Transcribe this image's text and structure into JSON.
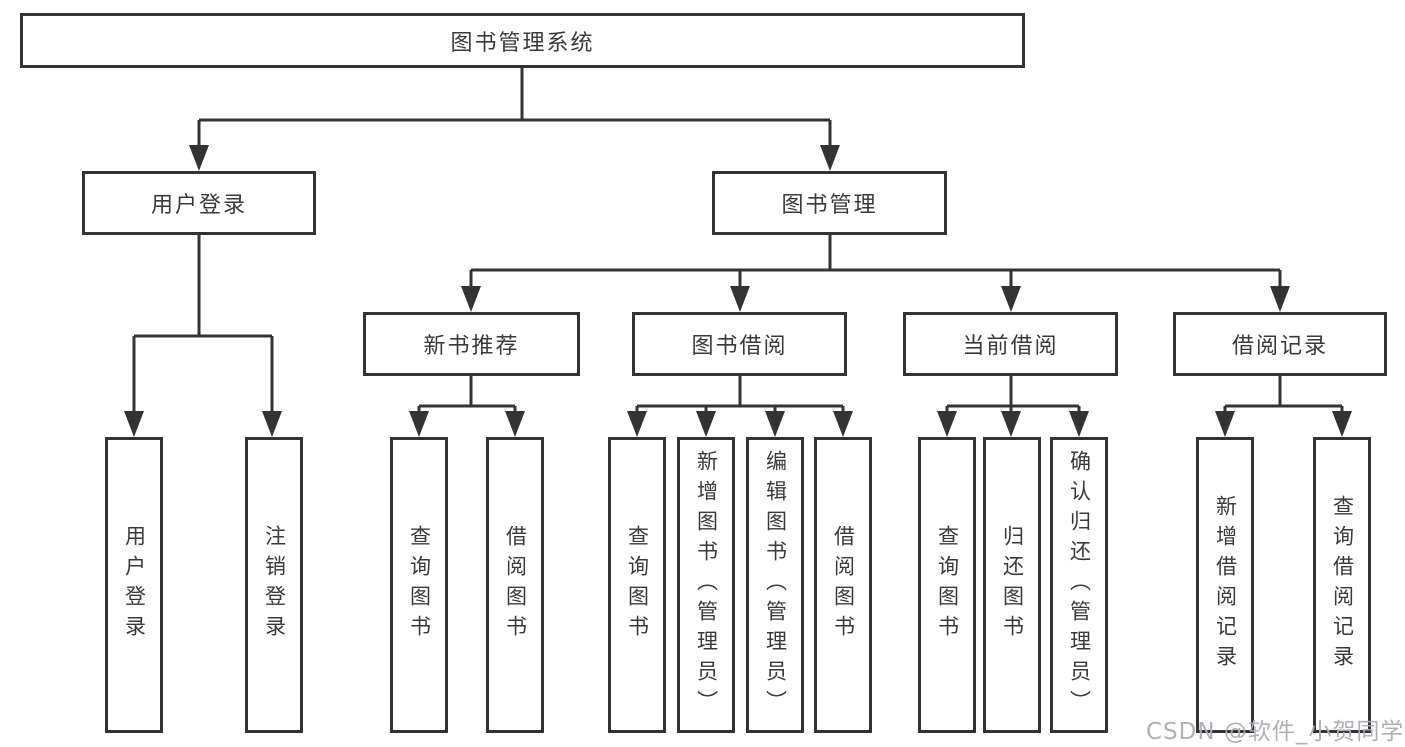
{
  "diagram": {
    "title": "图书管理系统",
    "tree": {
      "label": "图书管理系统",
      "children": [
        {
          "label": "用户登录",
          "children": [
            {
              "label": "用户登录"
            },
            {
              "label": "注销登录"
            }
          ]
        },
        {
          "label": "图书管理",
          "children": [
            {
              "label": "新书推荐",
              "children": [
                {
                  "label": "查询图书"
                },
                {
                  "label": "借阅图书"
                }
              ]
            },
            {
              "label": "图书借阅",
              "children": [
                {
                  "label": "查询图书"
                },
                {
                  "label": "新增图书（管理员）"
                },
                {
                  "label": "编辑图书（管理员）"
                },
                {
                  "label": "借阅图书"
                }
              ]
            },
            {
              "label": "当前借阅",
              "children": [
                {
                  "label": "查询图书"
                },
                {
                  "label": "归还图书"
                },
                {
                  "label": "确认归还（管理员）"
                }
              ]
            },
            {
              "label": "借阅记录",
              "children": [
                {
                  "label": "新增借阅记录"
                },
                {
                  "label": "查询借阅记录"
                }
              ]
            }
          ]
        }
      ]
    }
  },
  "watermark": {
    "text": "CSDN @软件_小贺同学",
    "color": "#aaadb2"
  },
  "colors": {
    "line": "#333333",
    "box_border": "#333333",
    "box_fill": "#ffffff",
    "text": "#3a3a3a",
    "background": "#ffffff"
  }
}
